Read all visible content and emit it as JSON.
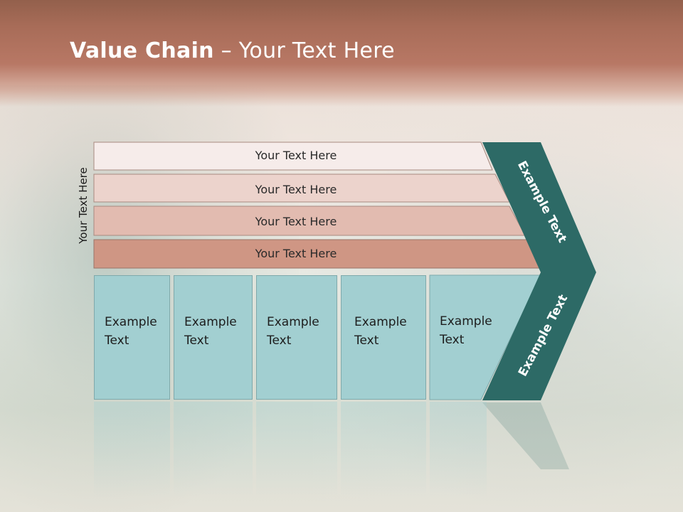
{
  "slide": {
    "title_bold": "Value Chain",
    "title_rest": " – Your Text Here",
    "side_label": "Your Text Here"
  },
  "support_activities": [
    "Your Text Here",
    "Your Text Here",
    "Your Text Here",
    "Your Text Here"
  ],
  "primary_activities": [
    {
      "line1": "Example",
      "line2": "Text"
    },
    {
      "line1": "Example",
      "line2": "Text"
    },
    {
      "line1": "Example",
      "line2": "Text"
    },
    {
      "line1": "Example",
      "line2": "Text"
    },
    {
      "line1": "Example",
      "line2": "Text"
    }
  ],
  "margin": {
    "upper": "Example Text",
    "lower": "Example Text"
  },
  "colors": {
    "band1": "#f6ecea",
    "band2": "#ecd3cc",
    "band3": "#e2bbb0",
    "band4": "#cf9684",
    "box_fill": "#a2cfd1",
    "chevron": "#2d6a66"
  }
}
